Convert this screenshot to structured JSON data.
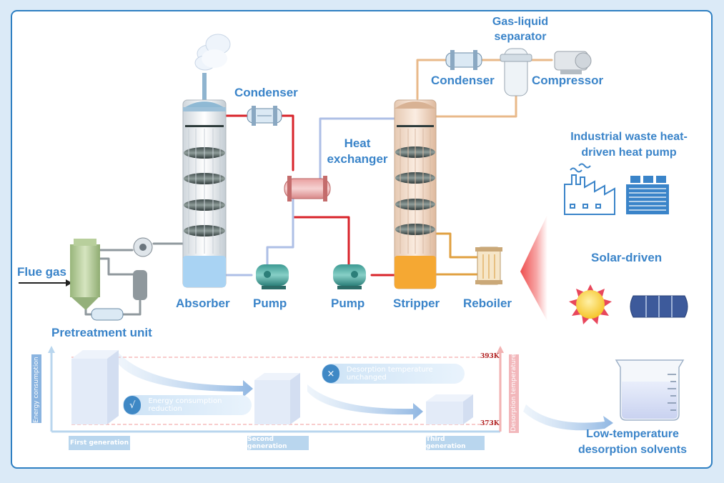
{
  "labels": {
    "condenser_left": "Condenser",
    "gas_liquid_separator": "Gas-liquid separator",
    "condenser_right": "Condenser",
    "compressor": "Compressor",
    "heat_exchanger": "Heat exchanger",
    "industrial_heat_pump": "Industrial waste heat-driven heat pump",
    "flue_gas": "Flue gas",
    "absorber": "Absorber",
    "pump_left": "Pump",
    "pump_right": "Pump",
    "stripper": "Stripper",
    "reboiler": "Reboiler",
    "solar_driven": "Solar-driven",
    "pretreatment_unit": "Pretreatment unit",
    "low_temp_solvents": "Low-temperature desorption solvents"
  },
  "bottom_panel": {
    "y_axis_label": "Energy consumption",
    "right_axis_label": "Desorption temperature",
    "tick_high": "393K",
    "tick_low": "373K",
    "callout_reduction": "Energy consumption reduction",
    "callout_reduction_icon": "√",
    "callout_unchanged": "Desorption temperature unchanged",
    "callout_unchanged_icon": "×",
    "generations": [
      "First generation",
      "Second generation",
      "Third generation"
    ]
  },
  "colors": {
    "label_blue": "#3a84c9",
    "hot_line": "#d8232a",
    "cold_line": "#aebfe6",
    "steam_line": "#e9b98a",
    "absorber_liquid": "#a9d3f3",
    "stripper_liquid": "#f5a833",
    "sun": "#fbd44a",
    "sun_rays": "#e8475c"
  },
  "icons": [
    "factory-icon",
    "heat-pump-icon",
    "sun-icon",
    "solar-panel-icon",
    "beaker-icon",
    "cloud-icon",
    "fan-icon"
  ]
}
